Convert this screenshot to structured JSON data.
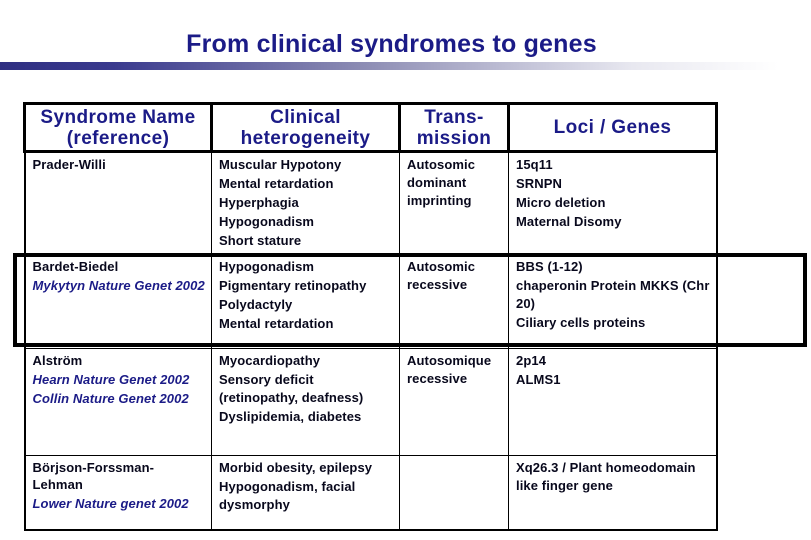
{
  "slide": {
    "title": "From clinical syndromes to genes"
  },
  "colors": {
    "title_text": "#1b1b87",
    "header_text": "#1b1b87",
    "body_text": "#08081c",
    "reference_text": "#1b1b87",
    "accent_bar_left": "#2f2f82",
    "accent_bar_right": "#ffffff",
    "table_border": "#000000",
    "highlight_border": "#000000"
  },
  "table": {
    "columns": [
      {
        "label_lines": [
          "Syndrome Name",
          "(reference)"
        ]
      },
      {
        "label_lines": [
          "Clinical",
          "heterogeneity"
        ]
      },
      {
        "label_lines": [
          "Trans-",
          "mission"
        ]
      },
      {
        "label_lines": [
          "Loci / Genes"
        ]
      }
    ],
    "rows": [
      {
        "name_lines": [
          "Prader-Willi"
        ],
        "references": [],
        "clinical": [
          "Muscular Hypotony",
          "Mental retardation",
          "Hyperphagia",
          "Hypogonadism",
          "Short stature"
        ],
        "transmission": "Autosomic dominant imprinting",
        "loci": [
          "15q11",
          "SRNPN",
          "Micro deletion",
          "Maternal Disomy"
        ],
        "highlighted": false
      },
      {
        "name_lines": [
          "Bardet-Biedel"
        ],
        "references": [
          "Mykytyn Nature Genet 2002"
        ],
        "clinical": [
          "Hypogonadism",
          "Pigmentary retinopathy",
          "Polydactyly",
          "Mental retardation"
        ],
        "transmission": "Autosomic recessive",
        "loci": [
          "BBS (1-12)",
          "chaperonin Protein MKKS (Chr 20)",
          "Ciliary cells proteins"
        ],
        "highlighted": true
      },
      {
        "name_lines": [
          "Alström"
        ],
        "references": [
          "Hearn Nature Genet 2002",
          "Collin Nature Genet 2002"
        ],
        "clinical": [
          "Myocardiopathy",
          "Sensory deficit (retinopathy, deafness)",
          "Dyslipidemia, diabetes"
        ],
        "transmission": "Autosomique recessive",
        "loci": [
          "2p14",
          "ALMS1"
        ],
        "highlighted": false
      },
      {
        "name_lines": [
          "Börjson-Forssman-",
          "Lehman"
        ],
        "references": [
          "Lower Nature genet 2002"
        ],
        "clinical": [
          "Morbid obesity, epilepsy",
          "Hypogonadism, facial dysmorphy"
        ],
        "transmission": "",
        "loci": [
          "Xq26.3 / Plant homeodomain like finger gene"
        ],
        "highlighted": false
      }
    ]
  }
}
